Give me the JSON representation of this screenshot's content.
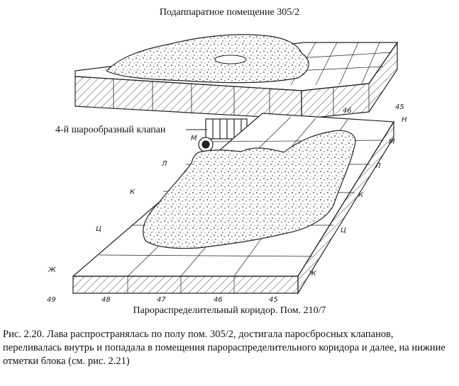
{
  "figure": {
    "top_label": "Подаппаратное помещение 305/2",
    "valve_label": "4-й шарообразный клапан",
    "bottom_label": "Парораспределительный коридор. Пом. 210/7",
    "grid_labels": {
      "top_right": [
        "46",
        "45",
        "Н"
      ],
      "right": [
        "М",
        "Л",
        "К",
        "Ц",
        "Ж"
      ],
      "left": [
        "М",
        "Л",
        "К",
        "Ц",
        "Ж"
      ],
      "bottom": [
        "49",
        "48",
        "47",
        "46",
        "45"
      ]
    },
    "colors": {
      "ink": "#222222",
      "background": "#ffffff"
    }
  },
  "caption": {
    "text": "Рис. 2.20. Лава распространялась по полу пом. 305/2, достигала паросбросных клапанов, переливалась внутрь и попадала в помещения парораспределительного коридора и далее, на нижние отметки блока (см. рис. 2.21)"
  }
}
